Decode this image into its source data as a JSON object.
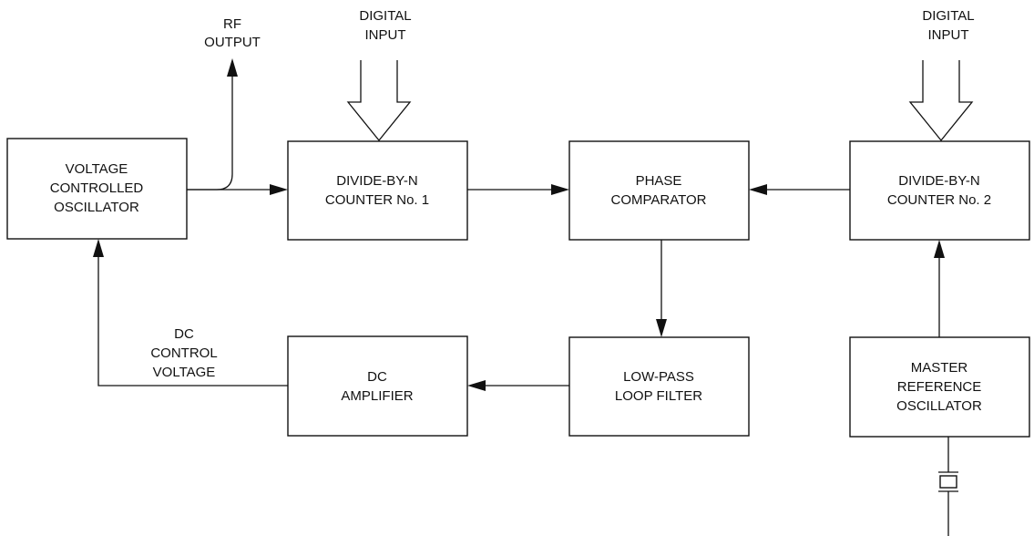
{
  "blocks": {
    "vco": [
      "VOLTAGE",
      "CONTROLLED",
      "OSCILLATOR"
    ],
    "counter1": [
      "DIVIDE-BY-N",
      "COUNTER No. 1"
    ],
    "phase_comparator": [
      "PHASE",
      "COMPARATOR"
    ],
    "counter2": [
      "DIVIDE-BY-N",
      "COUNTER No. 2"
    ],
    "dc_amplifier": [
      "DC",
      "AMPLIFIER"
    ],
    "loop_filter": [
      "LOW-PASS",
      "LOOP FILTER"
    ],
    "master_oscillator": [
      "MASTER",
      "REFERENCE",
      "OSCILLATOR"
    ]
  },
  "labels": {
    "rf_output": [
      "RF",
      "OUTPUT"
    ],
    "digital_input_1": [
      "DIGITAL",
      "INPUT"
    ],
    "digital_input_2": [
      "DIGITAL",
      "INPUT"
    ],
    "dc_control_voltage": [
      "DC",
      "CONTROL",
      "VOLTAGE"
    ]
  }
}
